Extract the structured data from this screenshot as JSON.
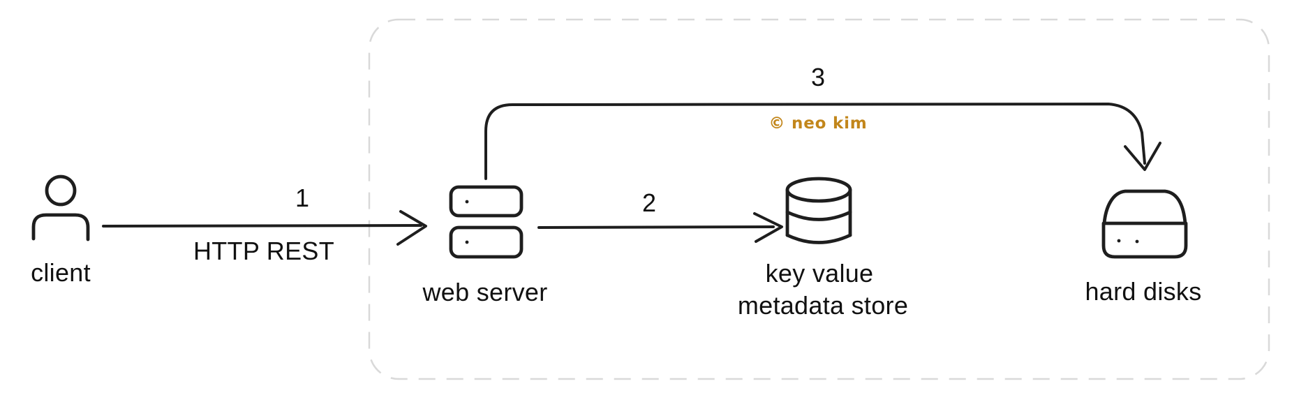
{
  "diagram": {
    "colors": {
      "stroke": "#1e1e1e",
      "text": "#111111",
      "container_border": "#d9d9d9",
      "background": "#ffffff",
      "watermark": "#c2861b"
    },
    "nodes": {
      "client": {
        "label": "client",
        "icon": "person-icon"
      },
      "web_server": {
        "label": "web server",
        "icon": "server-icon"
      },
      "metadata_store": {
        "lines": [
          "key value",
          "metadata store"
        ],
        "icon": "database-icon"
      },
      "hard_disks": {
        "label": "hard disks",
        "icon": "hard-drive-icon"
      }
    },
    "edges": {
      "step1": {
        "number": "1",
        "label": "HTTP REST"
      },
      "step2": {
        "number": "2"
      },
      "step3": {
        "number": "3"
      }
    },
    "watermark": {
      "text": "© neo kim"
    }
  }
}
